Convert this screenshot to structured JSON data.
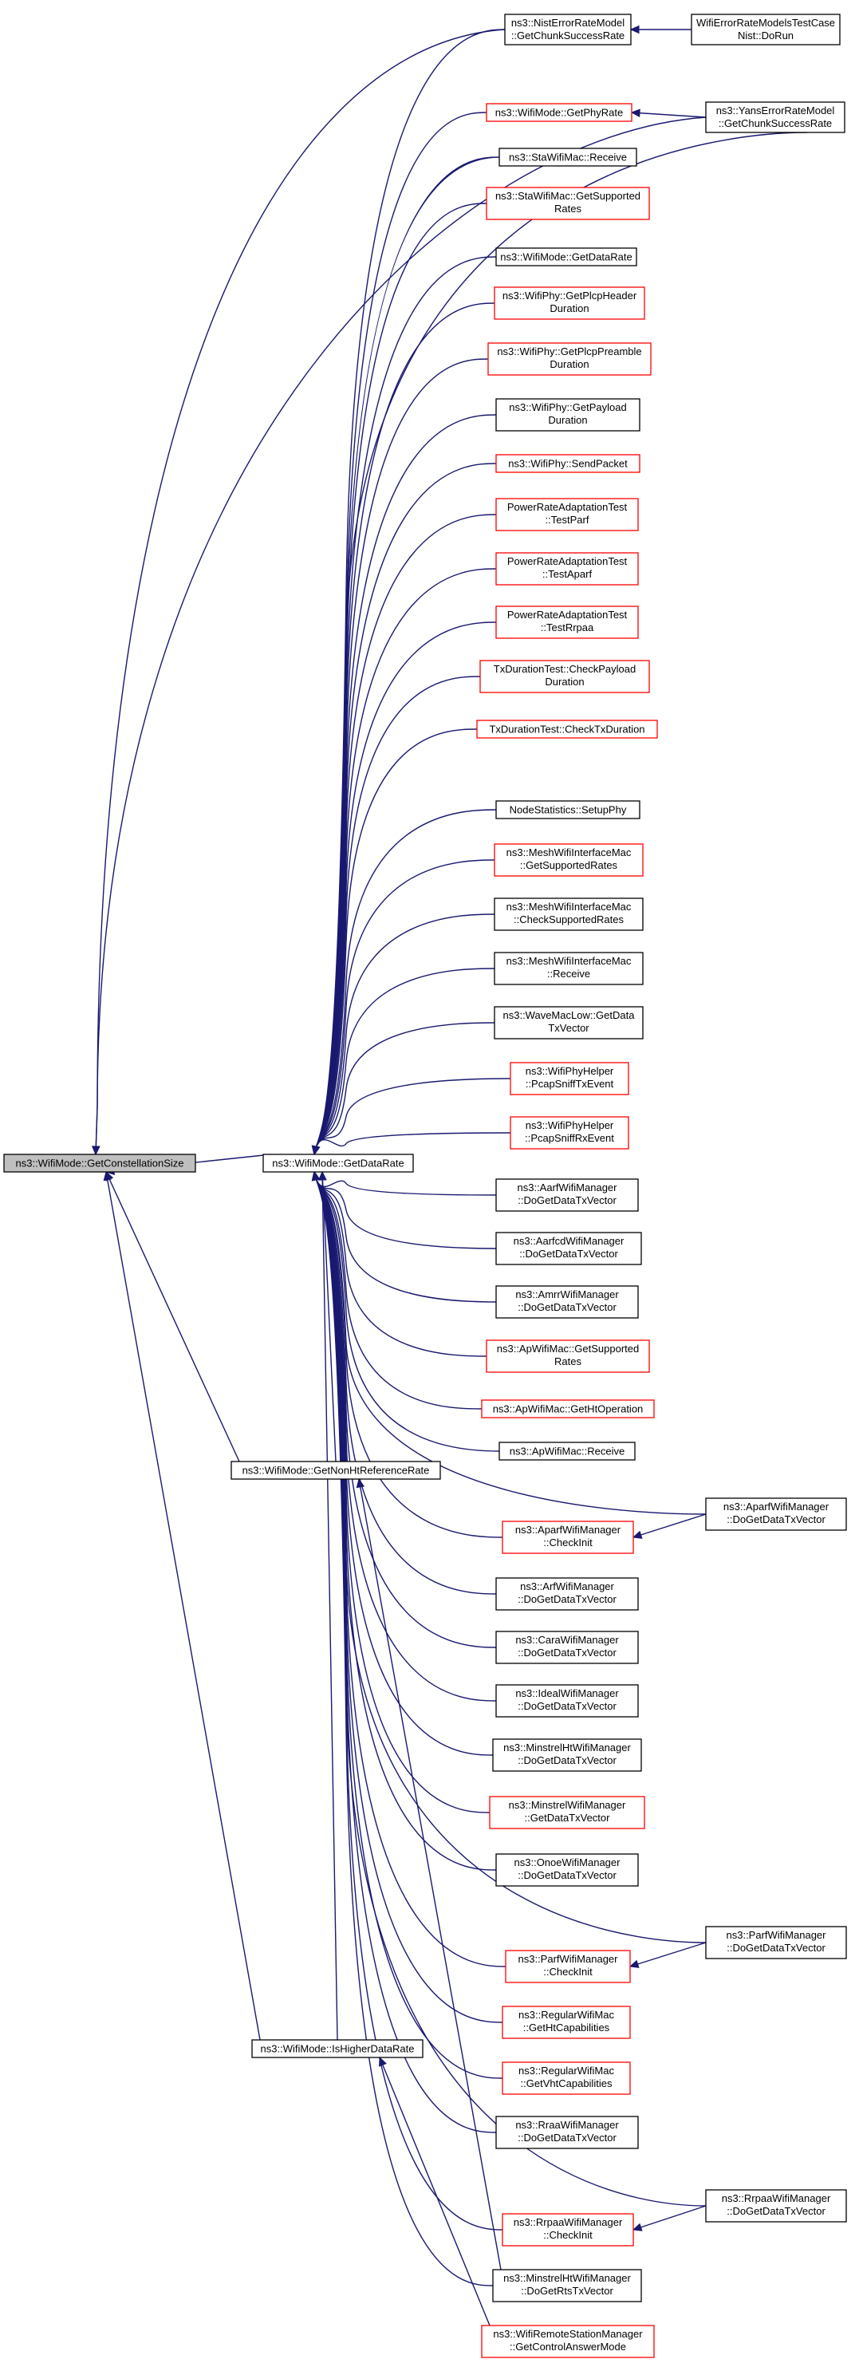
{
  "nodes": {
    "root": [
      "ns3::WifiMode::GetConstellationSize"
    ],
    "getdatarate": [
      "ns3::WifiMode::GetDataRate"
    ],
    "getnonht": [
      "ns3::WifiMode::GetNonHtReferenceRate"
    ],
    "ishigher": [
      "ns3::WifiMode::IsHigherDataRate"
    ],
    "nist": [
      "ns3::NistErrorRateModel",
      "::GetChunkSuccessRate"
    ],
    "nisttest": [
      "WifiErrorRateModelsTestCase",
      "Nist::DoRun"
    ],
    "yans": [
      "ns3::YansErrorRateModel",
      "::GetChunkSuccessRate"
    ],
    "getphyrate": [
      "ns3::WifiMode::GetPhyRate"
    ],
    "starecv": [
      "ns3::StaWifiMac::Receive"
    ],
    "stasupp": [
      "ns3::StaWifiMac::GetSupported",
      "Rates"
    ],
    "getdatarate2": [
      "ns3::WifiMode::GetDataRate"
    ],
    "plcphdr": [
      "ns3::WifiPhy::GetPlcpHeader",
      "Duration"
    ],
    "plcppre": [
      "ns3::WifiPhy::GetPlcpPreamble",
      "Duration"
    ],
    "payload": [
      "ns3::WifiPhy::GetPayload",
      "Duration"
    ],
    "sendpkt": [
      "ns3::WifiPhy::SendPacket"
    ],
    "parf": [
      "PowerRateAdaptationTest",
      "::TestParf"
    ],
    "aparf": [
      "PowerRateAdaptationTest",
      "::TestAparf"
    ],
    "rrpaa": [
      "PowerRateAdaptationTest",
      "::TestRrpaa"
    ],
    "txpayload": [
      "TxDurationTest::CheckPayload",
      "Duration"
    ],
    "txduration": [
      "TxDurationTest::CheckTxDuration"
    ],
    "nodestats": [
      "NodeStatistics::SetupPhy"
    ],
    "meshsupp": [
      "ns3::MeshWifiInterfaceMac",
      "::GetSupportedRates"
    ],
    "meshcheck": [
      "ns3::MeshWifiInterfaceMac",
      "::CheckSupportedRates"
    ],
    "meshrecv": [
      "ns3::MeshWifiInterfaceMac",
      "::Receive"
    ],
    "wave": [
      "ns3::WaveMacLow::GetData",
      "TxVector"
    ],
    "pcaptx": [
      "ns3::WifiPhyHelper",
      "::PcapSniffTxEvent"
    ],
    "pcaprx": [
      "ns3::WifiPhyHelper",
      "::PcapSniffRxEvent"
    ],
    "aarf": [
      "ns3::AarfWifiManager",
      "::DoGetDataTxVector"
    ],
    "aarfcd": [
      "ns3::AarfcdWifiManager",
      "::DoGetDataTxVector"
    ],
    "amrr": [
      "ns3::AmrrWifiManager",
      "::DoGetDataTxVector"
    ],
    "apsupp": [
      "ns3::ApWifiMac::GetSupported",
      "Rates"
    ],
    "apht": [
      "ns3::ApWifiMac::GetHtOperation"
    ],
    "aprecv": [
      "ns3::ApWifiMac::Receive"
    ],
    "aparfdg": [
      "ns3::AparfWifiManager",
      "::DoGetDataTxVector"
    ],
    "aparfci": [
      "ns3::AparfWifiManager",
      "::CheckInit"
    ],
    "arf": [
      "ns3::ArfWifiManager",
      "::DoGetDataTxVector"
    ],
    "cara": [
      "ns3::CaraWifiManager",
      "::DoGetDataTxVector"
    ],
    "ideal": [
      "ns3::IdealWifiManager",
      "::DoGetDataTxVector"
    ],
    "minstrelht": [
      "ns3::MinstrelHtWifiManager",
      "::DoGetDataTxVector"
    ],
    "minstrel": [
      "ns3::MinstrelWifiManager",
      "::GetDataTxVector"
    ],
    "onoe": [
      "ns3::OnoeWifiManager",
      "::DoGetDataTxVector"
    ],
    "parfdg": [
      "ns3::ParfWifiManager",
      "::DoGetDataTxVector"
    ],
    "parfci": [
      "ns3::ParfWifiManager",
      "::CheckInit"
    ],
    "reght": [
      "ns3::RegularWifiMac",
      "::GetHtCapabilities"
    ],
    "regvht": [
      "ns3::RegularWifiMac",
      "::GetVhtCapabilities"
    ],
    "rraa": [
      "ns3::RraaWifiManager",
      "::DoGetDataTxVector"
    ],
    "rrpaadg": [
      "ns3::RrpaaWifiManager",
      "::DoGetDataTxVector"
    ],
    "rrpaaci": [
      "ns3::RrpaaWifiManager",
      "::CheckInit"
    ],
    "minstrelrts": [
      "ns3::MinstrelHtWifiManager",
      "::DoGetRtsTxVector"
    ],
    "remote": [
      "ns3::WifiRemoteStationManager",
      "::GetControlAnswerMode"
    ]
  },
  "colors": {
    "edge": "#191970",
    "border_black": "#000000",
    "border_red": "#ff0000",
    "root_fill": "#bfbfbf"
  }
}
